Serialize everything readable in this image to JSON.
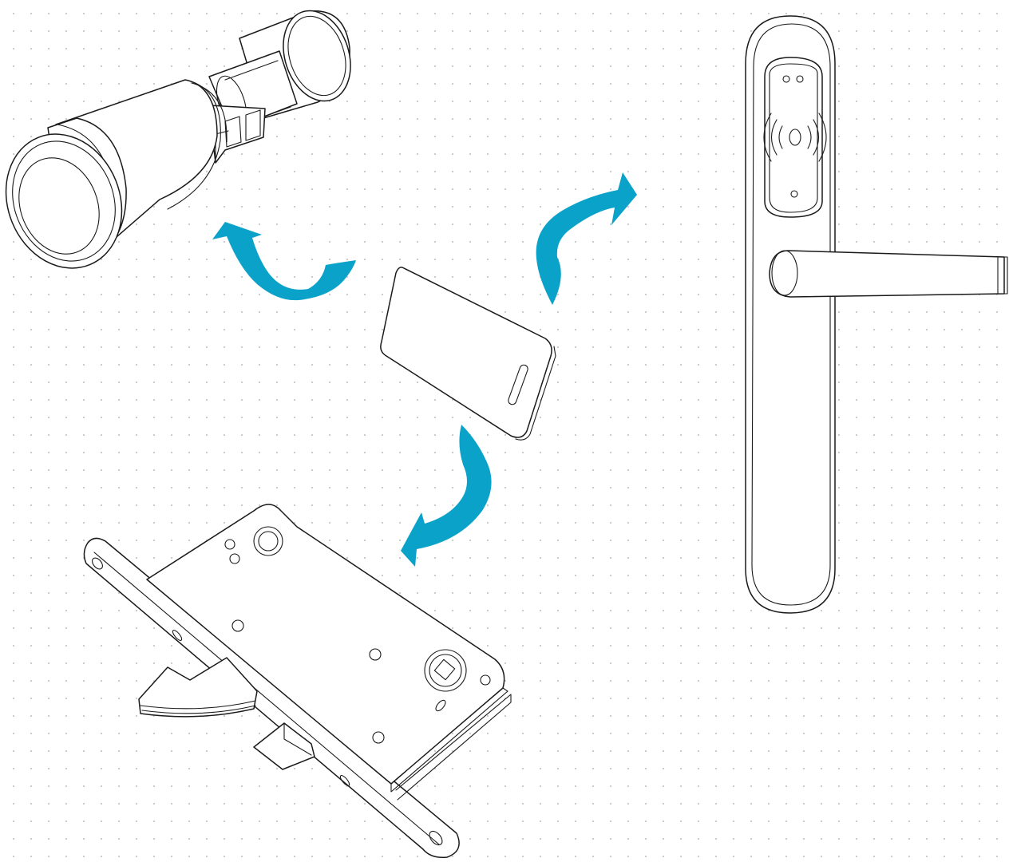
{
  "diagram": {
    "hub": "smartphone-key",
    "devices": [
      "cylinder-lock",
      "door-handle",
      "mortise-lock"
    ],
    "arrow_color": "#0aa2c8",
    "line_color": "#1a1a1a",
    "background_color": "#ffffff",
    "grid_dot_color": "#c9c9c9"
  }
}
